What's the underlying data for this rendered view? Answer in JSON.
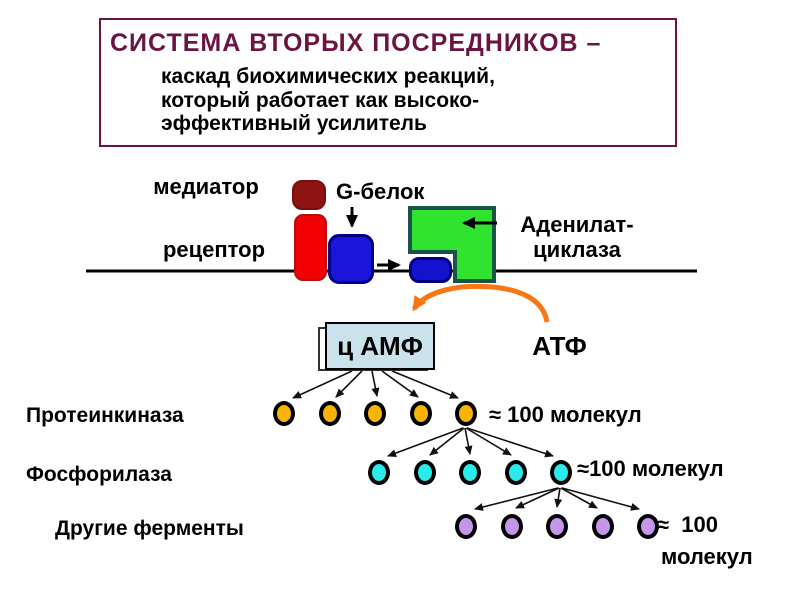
{
  "title_box": {
    "title": "СИСТЕМА ВТОРЫХ ПОСРЕДНИКОВ –",
    "subtitle_lines": [
      "каскад биохимических реакций,",
      "который работает как высоко-",
      "эффективный усилитель"
    ]
  },
  "membrane": {
    "mediator_label": "медиатор",
    "receptor_label": "рецептор",
    "g_protein_label": "G-белок",
    "adenylate_cyclase_line1": "Аденилат-",
    "adenylate_cyclase_line2": "циклаза"
  },
  "messengers": {
    "camp_label": "ц АМФ",
    "atp_label": "АТФ"
  },
  "cascade": {
    "rows": [
      {
        "label": "Протеинкиназа",
        "count_text": "≈ 100 молекул",
        "circle_color": "#F8B400",
        "circle_count": 5
      },
      {
        "label": "Фосфорилаза",
        "count_text": "≈100 молекул",
        "circle_color": "#2AEAEA",
        "circle_count": 5
      },
      {
        "label": "Другие ферменты",
        "count_text": "≈  100",
        "count_text_line2": "молекул",
        "circle_color": "#C495EA",
        "circle_count": 5
      }
    ]
  },
  "colors": {
    "title": "#6B1443",
    "mediator_fill": "#8E1414",
    "receptor_fill": "#F20000",
    "g_protein_fill": "#1B16DB",
    "small_g_fill": "#1412CE",
    "adenylate_fill": "#2FE32F",
    "adenylate_stroke": "#175349",
    "camp_box_fill": "#C9E2EB",
    "orange_arrow": "#F97612"
  }
}
